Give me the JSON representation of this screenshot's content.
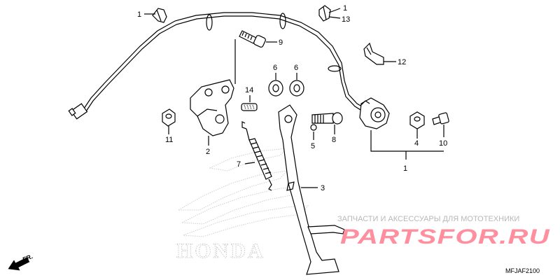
{
  "callouts": [
    {
      "id": "c1a",
      "text": "1"
    },
    {
      "id": "c1b",
      "text": "1"
    },
    {
      "id": "c13",
      "text": "13"
    },
    {
      "id": "c9",
      "text": "9"
    },
    {
      "id": "c12",
      "text": "12"
    },
    {
      "id": "c6a",
      "text": "6"
    },
    {
      "id": "c6b",
      "text": "6"
    },
    {
      "id": "c14",
      "text": "14"
    },
    {
      "id": "c11",
      "text": "11"
    },
    {
      "id": "c2",
      "text": "2"
    },
    {
      "id": "c8",
      "text": "8"
    },
    {
      "id": "c5",
      "text": "5"
    },
    {
      "id": "c4",
      "text": "4"
    },
    {
      "id": "c10",
      "text": "10"
    },
    {
      "id": "c1c",
      "text": "1"
    },
    {
      "id": "c7",
      "text": "7"
    },
    {
      "id": "c3",
      "text": "3"
    }
  ],
  "watermark": {
    "tagline": "ЗАПЧАСТИ И АКСЕССУАРЫ ДЛЯ МОТОТЕХНИКИ",
    "brand": "PARTSFOR.RU"
  },
  "honda_logo_text": "HONDA",
  "direction_label": "FR.",
  "diagram_code": "MFJAF2100"
}
